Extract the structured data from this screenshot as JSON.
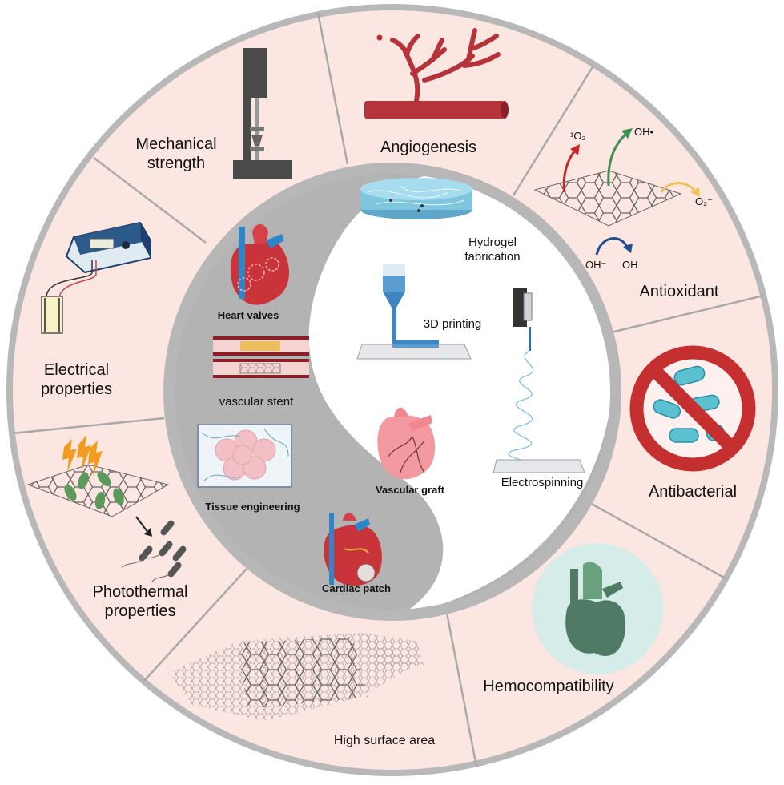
{
  "colors": {
    "outer_ring_fill": "#fbe6e2",
    "ring_border": "#b8b8b8",
    "inner_disc_gray": "#b3b3b3",
    "yin_white": "#ffffff",
    "vessel_red": "#b6333a",
    "prohibit_red": "#c62f2f",
    "bacteria_teal": "#5bc0cf",
    "heart_green": "#4e7a66",
    "hemo_circle": "#d6ece8",
    "graphene_gray": "#555555"
  },
  "outer_segments": [
    {
      "id": "mechanical",
      "label_lines": [
        "Mechanical",
        "strength"
      ],
      "icon": "tensile-tester-icon"
    },
    {
      "id": "angiogenesis",
      "label_lines": [
        "Angiogenesis"
      ],
      "icon": "blood-vessel-branch-icon"
    },
    {
      "id": "antioxidant",
      "label_lines": [
        "Antioxidant"
      ],
      "icon": "graphene-ros-icon"
    },
    {
      "id": "antibacterial",
      "label_lines": [
        "Antibacterial"
      ],
      "icon": "no-bacteria-icon"
    },
    {
      "id": "hemocompatibility",
      "label_lines": [
        "Hemocompatibility"
      ],
      "icon": "green-heart-icon"
    },
    {
      "id": "surface",
      "label_lines": [
        "High surface area"
      ],
      "icon": "graphene-sheet-icon"
    },
    {
      "id": "photothermal",
      "label_lines": [
        "Photothermal",
        "properties"
      ],
      "icon": "photothermal-graphene-icon"
    },
    {
      "id": "electrical",
      "label_lines": [
        "Electrical",
        "properties"
      ],
      "icon": "power-supply-icon"
    }
  ],
  "antioxidant_species": {
    "singlet_oxygen": "¹O₂",
    "hydroxyl_radical": "OH•",
    "superoxide": "O₂⁻",
    "hydroxide": "OH⁻",
    "hydroxyl": "OH"
  },
  "fabrication_methods": [
    {
      "id": "hydrogel",
      "label_lines": [
        "Hydrogel",
        "fabrication"
      ],
      "icon": "hydrogel-disc-icon"
    },
    {
      "id": "printing",
      "label_lines": [
        "3D printing"
      ],
      "icon": "3d-printer-nozzle-icon"
    },
    {
      "id": "electrospinning",
      "label_lines": [
        "Electrospinning"
      ],
      "icon": "electrospinning-syringe-icon"
    }
  ],
  "applications": [
    {
      "id": "valves",
      "label": "Heart valves",
      "icon": "heart-valves-icon"
    },
    {
      "id": "stent",
      "label": "vascular stent",
      "icon": "vascular-stent-icon"
    },
    {
      "id": "tissue",
      "label": "Tissue engineering",
      "icon": "tissue-cells-icon"
    },
    {
      "id": "graft",
      "label": "Vascular graft",
      "icon": "vascular-graft-heart-icon"
    },
    {
      "id": "patch",
      "label": "Cardiac patch",
      "icon": "cardiac-patch-heart-icon"
    }
  ]
}
